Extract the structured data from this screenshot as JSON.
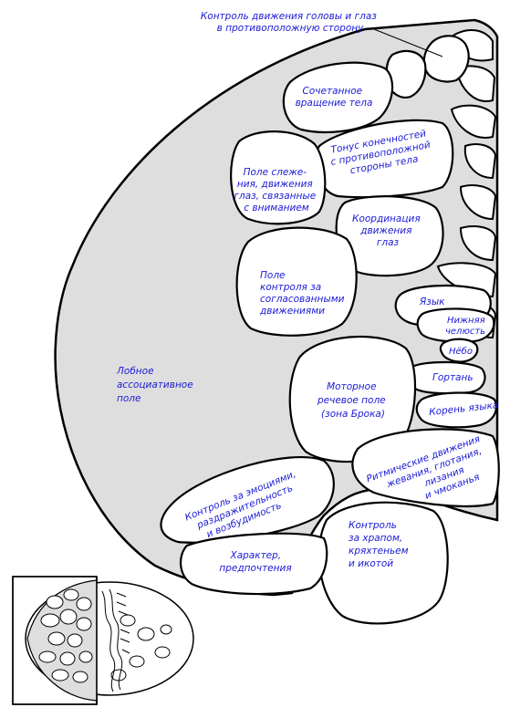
{
  "colors": {
    "label": "#1a1ad6",
    "brain_fill": "#dedede",
    "outline": "#000000"
  },
  "labels": {
    "head_eyes_contra": [
      "Контроль движения головы и глаз",
      "в противоположную сторону"
    ],
    "body_rotation": [
      "Сочетанное",
      "вращение тела"
    ],
    "limb_tone": [
      "Тонус конечностей",
      "с противоположной",
      "стороны тела"
    ],
    "attention_eye_field": [
      "Поле слеже-",
      "ния, движения",
      "глаз, связанные",
      "с вниманием"
    ],
    "eye_coordination": [
      "Координация",
      "движения",
      "глаз"
    ],
    "coordinated_movements": [
      "Поле",
      "контроля за",
      "согласованными",
      "движениями"
    ],
    "tongue": [
      "Язык"
    ],
    "lower_jaw": [
      "Нижняя",
      "челюсть"
    ],
    "palate": [
      "Нёбо"
    ],
    "larynx": [
      "Гортань"
    ],
    "tongue_root": [
      "Корень языка"
    ],
    "frontal_association": [
      "Лобное",
      "ассоциативное",
      "поле"
    ],
    "broca": [
      "Моторное",
      "речевое поле",
      "(зона Брока)"
    ],
    "rhythmic": [
      "Ритмические движения",
      "жевания, глотания,",
      "лизания",
      "и чмоканья"
    ],
    "emotions": [
      "Контроль за эмоциями,",
      "раздражительность",
      "и возбудимость"
    ],
    "snoring": [
      "Контроль",
      "за храпом,",
      "кряхтеньем",
      "и икотой"
    ],
    "character": [
      "Характер,",
      "предпочтения"
    ]
  }
}
